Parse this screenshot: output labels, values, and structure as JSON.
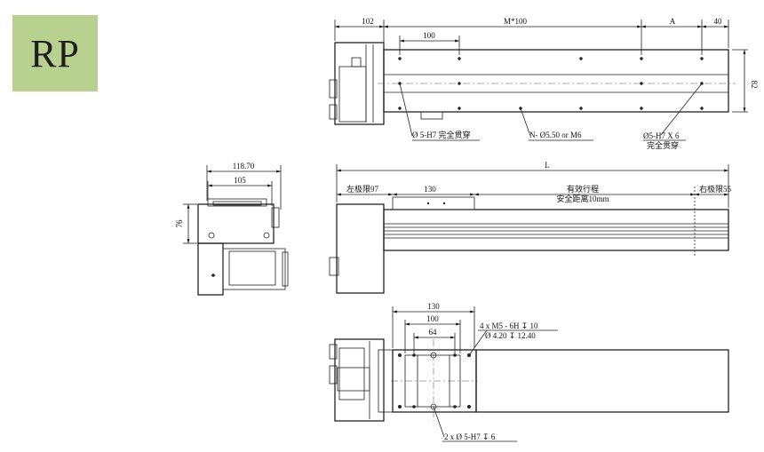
{
  "badge": {
    "text": "RP",
    "color": "#b9d18e"
  },
  "top_view": {
    "dim_102": "102",
    "dim_m100": "M*100",
    "dim_a": "A",
    "dim_40": "40",
    "dim_100": "100",
    "dim_82": "82",
    "note_pin": "Ø 5-H7 完全贯穿",
    "note_holes": "N- Ø5.50 or M6",
    "note_pin6_line1": "Ø5-H7 X 6",
    "note_pin6_line2": "完全贯穿"
  },
  "side_view": {
    "dim_118": "118.70",
    "dim_105": "105",
    "dim_76": "76",
    "dim_l": "L",
    "left_limit": "左极限97",
    "dim_130": "130",
    "stroke_line1": "有效行程",
    "stroke_line2": "安全距离10mm",
    "right_limit": "右极限55"
  },
  "bottom_view": {
    "dim_130": "130",
    "dim_100": "100",
    "dim_64": "64",
    "note_m5": "4 x  M5 - 6H ↧ 10",
    "note_cb": "Ø 4.20  ↧ 12.40",
    "note_pin": "2 x  Ø 5-H7  ↧ 6"
  }
}
